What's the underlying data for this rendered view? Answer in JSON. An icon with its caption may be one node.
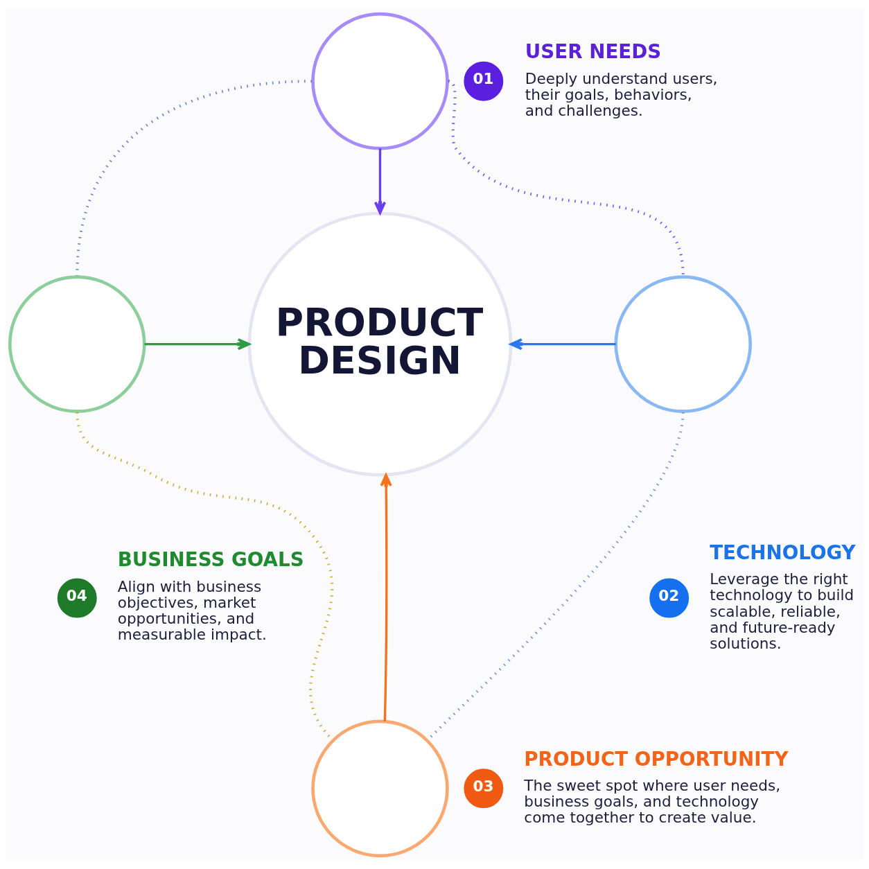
{
  "diagram": {
    "nodes": [
      {
        "text": [],
        "shape": "circle"
      },
      {
        "text": [
          "01"
        ],
        "beside": [
          "USER NEEDS",
          "Deeply understand users, their goals, behaviors, and challenges."
        ]
      },
      {
        "text": [],
        "shape": "circle"
      },
      {
        "text": [
          "PRODUCT DESIGN"
        ]
      },
      {
        "text": [],
        "shape": "circle"
      },
      {
        "text": [
          "04"
        ],
        "beside": [
          "BUSINESS GOALS",
          "Align with business objectives, market opportunities, and measurable impact."
        ]
      },
      {
        "text": [
          "02"
        ],
        "beside": [
          "TECHNOLOGY",
          "Leverage the right technology to build scalable, reliable, and future-ready solutions."
        ]
      },
      {
        "text": [],
        "shape": "circle"
      },
      {
        "text": [
          "03"
        ],
        "beside": [
          "PRODUCT OPPORTUNITY",
          "The sweet spot where user needs, business goals, and technology come together to create value."
        ]
      }
    ],
    "edges": [
      {
        "from": 0,
        "to": 3,
        "arrow": "to",
        "color": "#6d3df0"
      },
      {
        "from": 4,
        "to": 3,
        "arrow": "to",
        "color": "#2b78ee"
      },
      {
        "from": 7,
        "to": 3,
        "arrow": "to",
        "color": "#f4731f"
      },
      {
        "from": 2,
        "to": 3,
        "arrow": "to",
        "color": "#2e9a45"
      },
      {
        "from": 0,
        "to": 4,
        "arrow": "none",
        "style": "dashed",
        "color": "#5b5cf0"
      },
      {
        "from": 4,
        "to": 7,
        "arrow": "none",
        "style": "dashed",
        "color": "#6f93d8"
      },
      {
        "from": 2,
        "to": 7,
        "arrow": "none",
        "style": "dashed",
        "color": "#c9a83a"
      },
      {
        "from": 0,
        "to": 2,
        "arrow": "none",
        "style": "dashed",
        "color": "#5f7fd0"
      }
    ]
  }
}
